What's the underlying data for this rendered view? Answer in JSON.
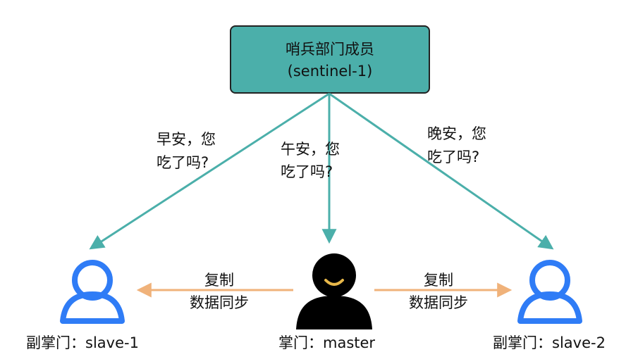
{
  "sentinel": {
    "title": "哨兵部门成员",
    "subtitle": "(sentinel-1)",
    "fill": "#4BAFAA"
  },
  "messages": {
    "left": {
      "line1": "早安，您",
      "line2": "吃了吗?"
    },
    "middle": {
      "line1": "午安，您",
      "line2": "吃了吗?"
    },
    "right": {
      "line1": "晚安，您",
      "line2": "吃了吗?"
    }
  },
  "sync": {
    "left": {
      "line1": "复制",
      "line2": "数据同步"
    },
    "right": {
      "line1": "复制",
      "line2": "数据同步"
    },
    "color": "#F0B27A"
  },
  "nodes": {
    "slave1": {
      "label": "副掌门：slave-1",
      "icon": "user-outline-icon",
      "color": "#2F7CF6"
    },
    "master": {
      "label": "掌门：master",
      "icon": "user-filled-icon",
      "color": "#000000",
      "smile": "#E8B84A"
    },
    "slave2": {
      "label": "副掌门：slave-2",
      "icon": "user-outline-icon",
      "color": "#2F7CF6"
    }
  },
  "colors": {
    "arrow": "#4BAFAA",
    "border": "#222222"
  }
}
